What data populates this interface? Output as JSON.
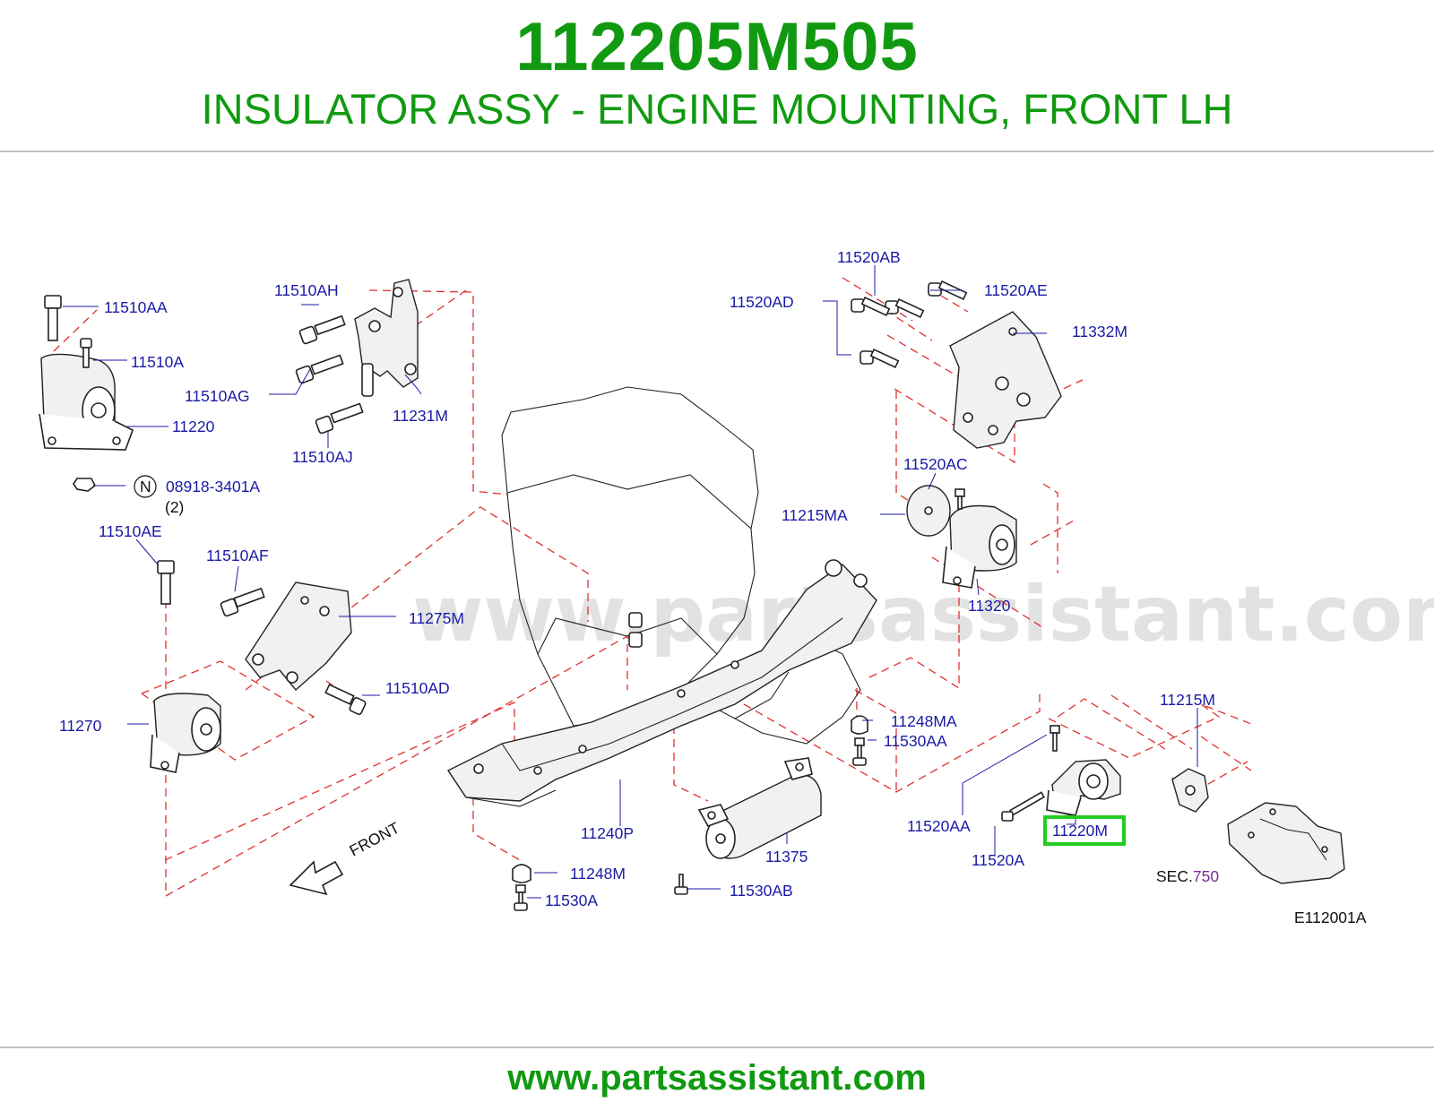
{
  "header": {
    "part_number": "112205M505",
    "description": "INSULATOR ASSY - ENGINE MOUNTING, FRONT LH"
  },
  "diagram": {
    "watermark": "www.partsassistant.com",
    "direction_label": "FRONT",
    "figure_code": "E112001A",
    "sec_prefix": "SEC.",
    "sec_number": "750",
    "nut_symbol": "N",
    "nut_quantity": "(2)",
    "callouts": {
      "c11510AA": "11510AA",
      "c11510A": "11510A",
      "c11220": "11220",
      "c08918": "08918-3401A",
      "c11510AH": "11510AH",
      "c11510AG": "11510AG",
      "c11231M": "11231M",
      "c11510AJ": "11510AJ",
      "c11510AE": "11510AE",
      "c11510AF": "11510AF",
      "c11275M": "11275M",
      "c11510AD": "11510AD",
      "c11270": "11270",
      "c11520AB": "11520AB",
      "c11520AD": "11520AD",
      "c11520AE": "11520AE",
      "c11332M": "11332M",
      "c11520AC": "11520AC",
      "c11215MA": "11215MA",
      "c11320": "11320",
      "c11248MA": "11248MA",
      "c11530AA": "11530AA",
      "c11215M": "11215M",
      "c11520AA": "11520AA",
      "c11520A": "11520A",
      "c11220M": "11220M",
      "c11240P": "11240P",
      "c11375": "11375",
      "c11248M": "11248M",
      "c11530A": "11530A",
      "c11530AB": "11530AB"
    },
    "highlighted_part": "11220M",
    "highlight_color": "#22cc22"
  },
  "footer": {
    "url": "www.partsassistant.com"
  },
  "colors": {
    "title_green": "#119a11",
    "callout_blue": "#1a1aa6",
    "dashed_red": "#e03030",
    "sec_purple": "#7a2a9a"
  }
}
